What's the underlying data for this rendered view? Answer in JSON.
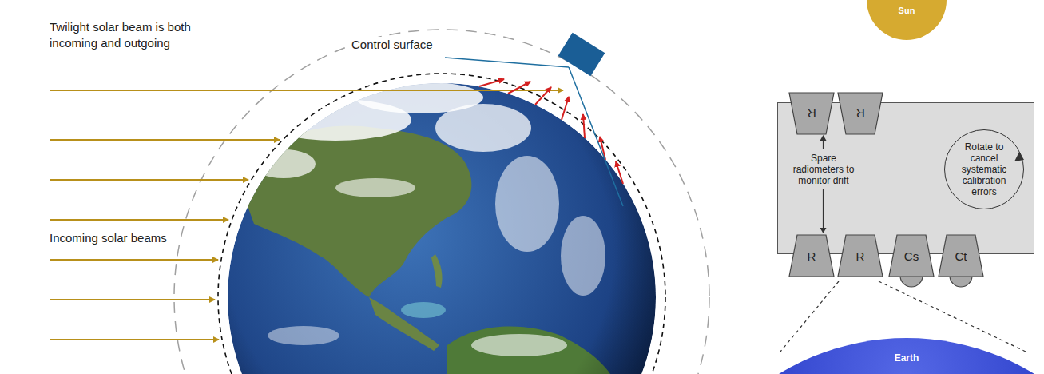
{
  "diagram": {
    "nodes": [
      {
        "text": [
          "Sun"
        ]
      },
      {
        "text": [
          "Spare radiometers to monitor drift"
        ]
      },
      {
        "text": [
          "R"
        ],
        "in": 1
      },
      {
        "text": [
          "R"
        ],
        "in": 1
      },
      {
        "text": [
          "Rotate to cancel systematic calibration errors"
        ],
        "in": 1
      },
      {
        "text": [
          "R"
        ],
        "in": 1
      },
      {
        "text": [
          "R"
        ],
        "in": 1
      },
      {
        "text": [
          "Cs"
        ],
        "in": 1
      },
      {
        "text": [
          "Ct"
        ],
        "in": 1
      },
      {
        "text": [
          "Earth"
        ]
      }
    ],
    "labels": [
      "Twilight solar beam is both incoming and outgoing",
      "Control surface",
      "Incoming solar beams"
    ]
  }
}
